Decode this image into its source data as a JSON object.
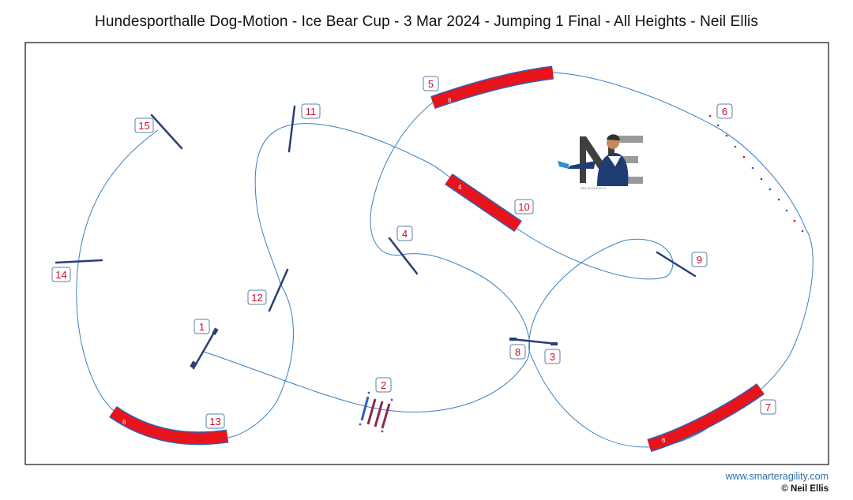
{
  "title": "Hundesporthalle Dog-Motion - Ice Bear Cup - 3 Mar 2024 - Jumping 1 Final - All Heights - Neil Ellis",
  "credits": {
    "website": "www.smarteragility.com",
    "author": "© Neil Ellis"
  },
  "logo": {
    "letters": "NE",
    "caption": "NEIL ELLIS AGILITY"
  },
  "obstacle_numbers": {
    "n1": "1",
    "n2": "2",
    "n3": "3",
    "n4": "4",
    "n5": "5",
    "n6": "6",
    "n7": "7",
    "n8": "8",
    "n9": "9",
    "n10": "10",
    "n11": "11",
    "n12": "12",
    "n13": "13",
    "n14": "14",
    "n15": "15"
  },
  "tunnel_labels": {
    "t5": "6",
    "t10": "4",
    "t7": "6",
    "t13": "6"
  },
  "colors": {
    "path": "#3a7fc1",
    "tunnel_fill": "#e8141b",
    "tunnel_stroke": "#2f5fb8",
    "jump_bar": "#2c3e75",
    "label_text": "#c8102e",
    "label_border": "#5b7fa6",
    "frame": "#222222"
  }
}
